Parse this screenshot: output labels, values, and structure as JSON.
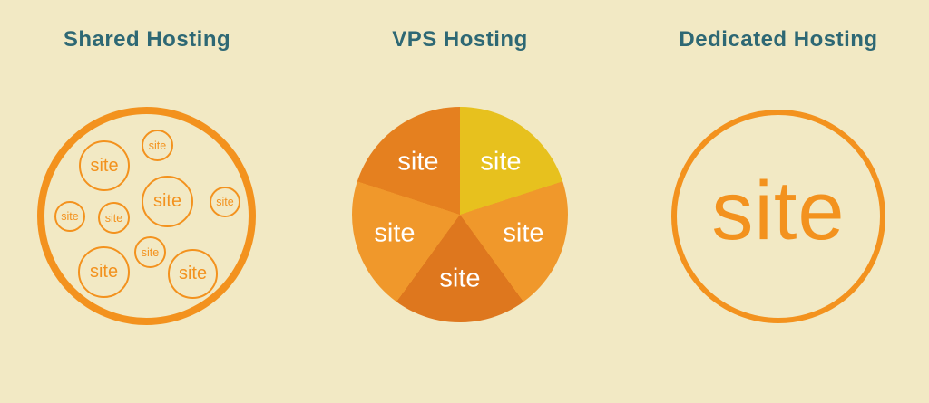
{
  "colors": {
    "background": "#F2E9C4",
    "orange": "#F3921E",
    "heading": "#2E6874",
    "pie_label_color": "#FFFFFF"
  },
  "shared": {
    "title": "Shared Hosting",
    "sites": [
      {
        "label": "site",
        "size": "large"
      },
      {
        "label": "site",
        "size": "small"
      },
      {
        "label": "site",
        "size": "large"
      },
      {
        "label": "site",
        "size": "small"
      },
      {
        "label": "site",
        "size": "small"
      },
      {
        "label": "site",
        "size": "small"
      },
      {
        "label": "site",
        "size": "small"
      },
      {
        "label": "site",
        "size": "large"
      },
      {
        "label": "site",
        "size": "large"
      }
    ]
  },
  "vps": {
    "title": "VPS Hosting",
    "slices": [
      {
        "label": "site",
        "value": 20,
        "color": "#E7C11E"
      },
      {
        "label": "site",
        "value": 20,
        "color": "#F0982B"
      },
      {
        "label": "site",
        "value": 20,
        "color": "#DE771E"
      },
      {
        "label": "site",
        "value": 20,
        "color": "#F0982B"
      },
      {
        "label": "site",
        "value": 20,
        "color": "#E5801F"
      }
    ]
  },
  "dedicated": {
    "title": "Dedicated Hosting",
    "site_label": "site"
  },
  "chart_data": {
    "type": "pie",
    "title": "VPS Hosting",
    "labels": [
      "site",
      "site",
      "site",
      "site",
      "site"
    ],
    "values": [
      20,
      20,
      20,
      20,
      20
    ],
    "colors": [
      "#E7C11E",
      "#F0982B",
      "#DE771E",
      "#F0982B",
      "#E5801F"
    ],
    "start_angle_deg": 0,
    "direction": "clockwise",
    "legend": "none"
  }
}
